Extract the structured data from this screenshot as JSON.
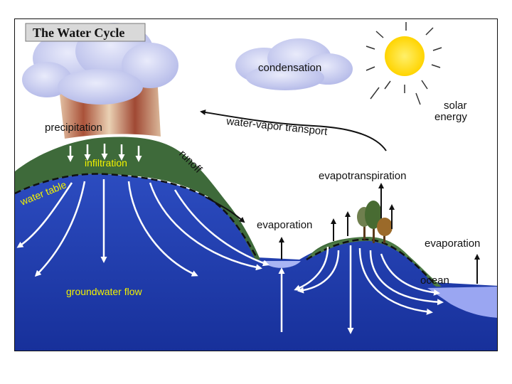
{
  "title": "The Water Cycle",
  "labels": {
    "condensation": "condensation",
    "precipitation": "precipitation",
    "water_vapor_transport": "water-vapor transport",
    "solar_energy_line1": "solar",
    "solar_energy_line2": "energy",
    "runoff": "runoff",
    "infiltration": "infiltration",
    "water_table": "water table",
    "evapotranspiration": "evapotranspiration",
    "evaporation_land": "evaporation",
    "evaporation_ocean": "evaporation",
    "ocean": "ocean",
    "groundwater_flow": "groundwater flow"
  },
  "colors": {
    "groundwater": "#1f3fb0",
    "land": "#3e6a3a",
    "sun": "#ffe11a",
    "cloud": "#c9cdf0",
    "rain": "#a9583c",
    "ocean": "#9aa6f2",
    "label_yellow": "#f2f200"
  },
  "icons": [
    "sun-icon",
    "cloud-icon",
    "rain-icon",
    "tree-icon",
    "arrow-icon"
  ]
}
